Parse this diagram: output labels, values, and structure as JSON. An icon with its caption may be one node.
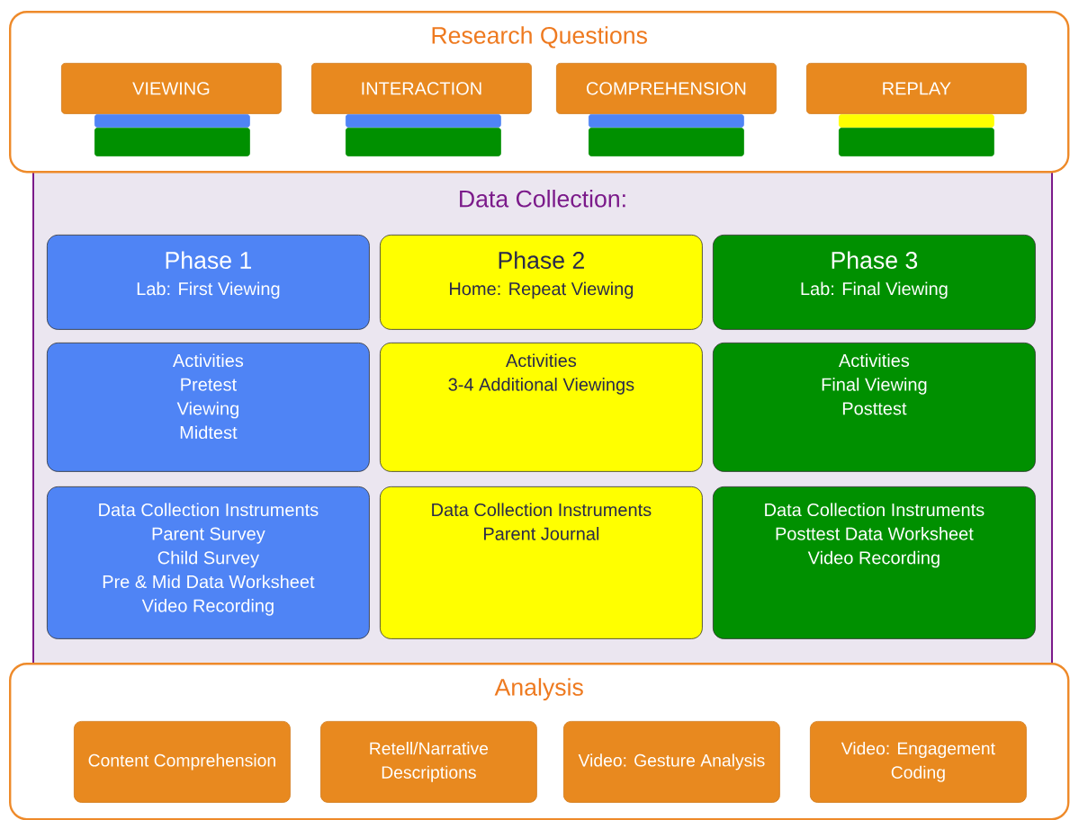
{
  "diagram": {
    "nodes": [
      {
        "text": [
          "Research Questions"
        ]
      },
      {
        "text": [
          "VIEWING"
        ],
        "in": 0
      },
      {
        "text": [
          "INTERACTION"
        ],
        "in": 0
      },
      {
        "text": [
          "COMPREHENSION"
        ],
        "in": 0
      },
      {
        "text": [
          "REPLAY"
        ],
        "in": 0
      },
      {
        "text": [],
        "shape": "bar",
        "in": 0
      },
      {
        "text": [],
        "shape": "bar",
        "in": 0
      },
      {
        "text": [],
        "shape": "bar",
        "in": 0
      },
      {
        "text": [],
        "shape": "bar",
        "in": 0
      },
      {
        "text": [],
        "shape": "bar",
        "in": 0
      },
      {
        "text": [],
        "shape": "bar",
        "in": 0
      },
      {
        "text": [],
        "shape": "bar",
        "in": 0
      },
      {
        "text": [],
        "shape": "bar",
        "in": 0
      },
      {
        "text": [
          "Data Collection:"
        ]
      },
      {
        "text": [
          "Phase 1",
          "Lab: First Viewing"
        ],
        "in": 13
      },
      {
        "text": [
          "Phase 2",
          "Home: Repeat Viewing"
        ],
        "in": 13
      },
      {
        "text": [
          "Phase 3",
          "Lab: Final Viewing"
        ],
        "in": 13
      },
      {
        "text": [
          "Activities",
          "Pretest",
          "Viewing",
          "Midtest"
        ],
        "in": 13
      },
      {
        "text": [
          "Activities",
          "3-4 Additional Viewings"
        ],
        "in": 13
      },
      {
        "text": [
          "Activities",
          "Final Viewing",
          "Posttest"
        ],
        "in": 13
      },
      {
        "text": [
          "Data Collection Instruments",
          "Parent Survey",
          "Child Survey",
          "Pre & Mid Data Worksheet",
          "Video Recording"
        ],
        "in": 13
      },
      {
        "text": [
          "Data Collection Instruments",
          "Parent Journal"
        ],
        "in": 13
      },
      {
        "text": [
          "Data Collection Instruments",
          "Posttest Data Worksheet",
          "Video Recording"
        ],
        "in": 13
      },
      {
        "text": [
          "Analysis"
        ]
      },
      {
        "text": [
          "Content Comprehension"
        ],
        "in": 23
      },
      {
        "text": [
          "Retell/Narrative Descriptions"
        ],
        "in": 23
      },
      {
        "text": [
          "Video: Gesture Analysis"
        ],
        "in": 23
      },
      {
        "text": [
          "Video: Engagement Coding"
        ],
        "in": 23
      }
    ]
  }
}
